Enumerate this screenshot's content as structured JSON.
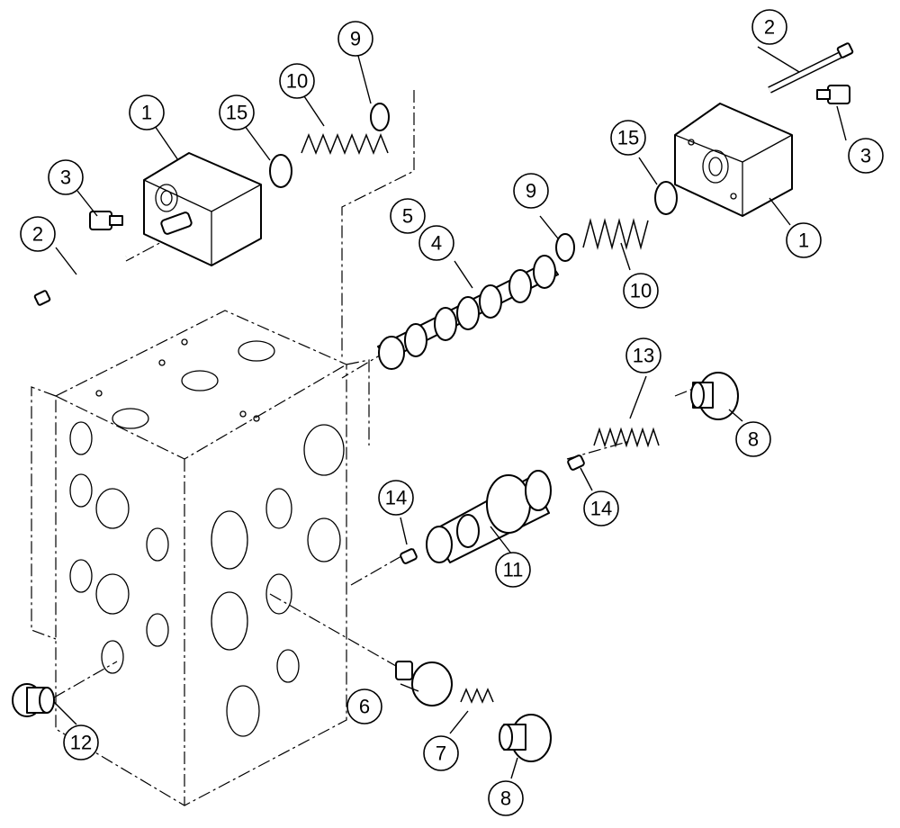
{
  "callouts": [
    {
      "id": "c1a",
      "label": "1"
    },
    {
      "id": "c15a",
      "label": "15"
    },
    {
      "id": "c10a",
      "label": "10"
    },
    {
      "id": "c9a",
      "label": "9"
    },
    {
      "id": "c3a",
      "label": "3"
    },
    {
      "id": "c2a",
      "label": "2"
    },
    {
      "id": "c2b",
      "label": "2"
    },
    {
      "id": "c3b",
      "label": "3"
    },
    {
      "id": "c15b",
      "label": "15"
    },
    {
      "id": "c1b",
      "label": "1"
    },
    {
      "id": "c9b",
      "label": "9"
    },
    {
      "id": "c5",
      "label": "5"
    },
    {
      "id": "c4",
      "label": "4"
    },
    {
      "id": "c10b",
      "label": "10"
    },
    {
      "id": "c13",
      "label": "13"
    },
    {
      "id": "c8a",
      "label": "8"
    },
    {
      "id": "c14a",
      "label": "14"
    },
    {
      "id": "c14b",
      "label": "14"
    },
    {
      "id": "c11",
      "label": "11"
    },
    {
      "id": "c12",
      "label": "12"
    },
    {
      "id": "c6",
      "label": "6"
    },
    {
      "id": "c7",
      "label": "7"
    },
    {
      "id": "c8b",
      "label": "8"
    }
  ]
}
